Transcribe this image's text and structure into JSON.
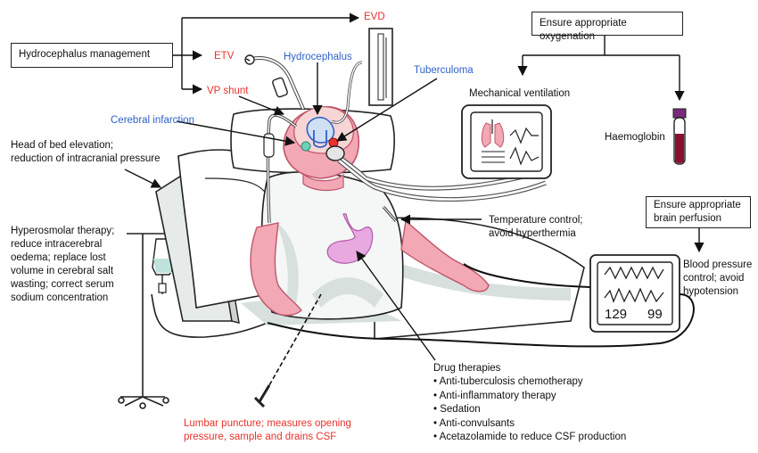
{
  "boxes": {
    "hydrocephalus_management": "Hydrocephalus management",
    "ensure_oxygenation": "Ensure appropriate oxygenation",
    "ensure_perfusion_line1": "Ensure appropriate",
    "ensure_perfusion_line2": "brain perfusion"
  },
  "labels": {
    "evd": "EVD",
    "etv": "ETV",
    "vp_shunt": "VP shunt",
    "hydrocephalus": "Hydrocephalus",
    "tuberculoma": "Tuberculoma",
    "cerebral_infarction": "Cerebral infarction",
    "mechanical_ventilation": "Mechanical ventilation",
    "haemoglobin": "Haemoglobin",
    "head_of_bed": [
      "Head of bed elevation;",
      "reduction of intracranial pressure"
    ],
    "hyperosmolar": [
      "Hyperosmolar therapy;",
      "reduce intracerebral",
      "oedema; replace lost",
      "volume in cerebral salt",
      "wasting; correct serum",
      "sodium concentration"
    ],
    "temperature": [
      "Temperature control;",
      "avoid hyperthermia"
    ],
    "blood_pressure": [
      "Blood pressure",
      "control; avoid",
      "hypotension"
    ],
    "lumbar_puncture": [
      "Lumbar puncture; measures opening",
      "pressure, sample and drains CSF"
    ],
    "drug_title": "Drug therapies",
    "drugs": [
      "Anti-tuberculosis chemotherapy",
      "Anti-inflammatory therapy",
      "Sedation",
      "Anti-convulsants",
      "Acetazolamide to reduce CSF production"
    ]
  },
  "monitor": {
    "readout_left": "129",
    "readout_right": "99"
  },
  "colors": {
    "red_label": "#e8322c",
    "blue_label": "#2f62c8",
    "skin": "#f2a8b5",
    "skin_outline": "#c0566a",
    "stomach": "#e8a8e0",
    "blood": "#8a1030",
    "iv_fluid": "#bfe2dc",
    "bed_shadow": "#d7e0dd"
  }
}
